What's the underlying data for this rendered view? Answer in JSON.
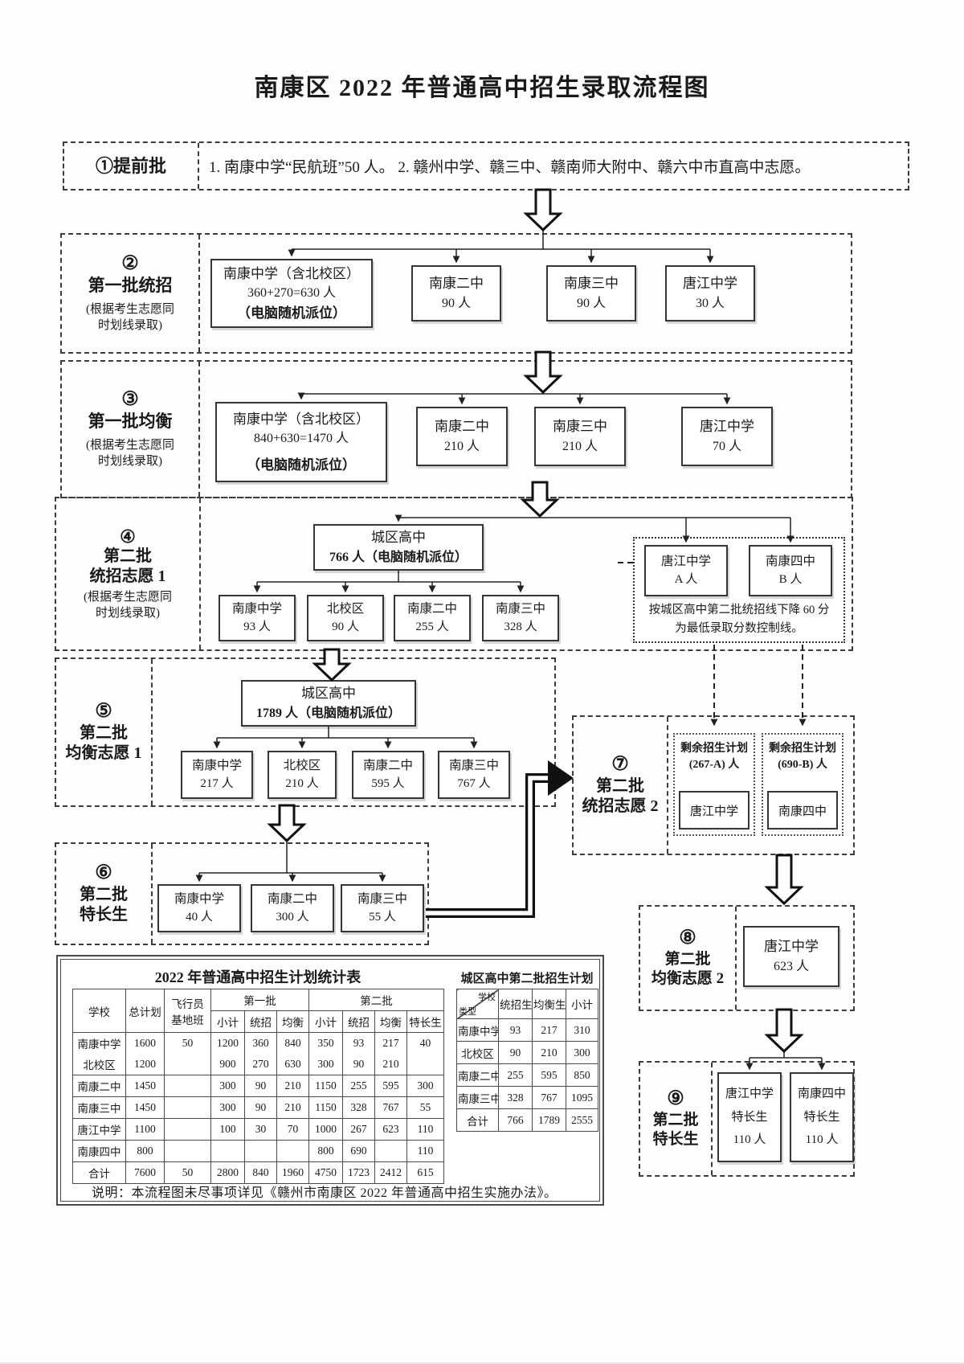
{
  "title": "南康区 2022 年普通高中招生录取流程图",
  "s1": {
    "label": "①提前批",
    "content": "1. 南康中学“民航班”50 人。  2. 赣州中学、赣三中、赣南师大附中、赣六中市直高中志愿。"
  },
  "s2": {
    "badge": "②",
    "name": "第一批统招",
    "note1": "(根据考生志愿同",
    "note2": "时划线录取)",
    "main": {
      "l1": "南康中学（含北校区）",
      "l2": "360+270=630 人",
      "l3": "（电脑随机派位）"
    },
    "b1": {
      "name": "南康二中",
      "count": "90 人"
    },
    "b2": {
      "name": "南康三中",
      "count": "90 人"
    },
    "b3": {
      "name": "唐江中学",
      "count": "30 人"
    }
  },
  "s3": {
    "badge": "③",
    "name": "第一批均衡",
    "note1": "(根据考生志愿同",
    "note2": "时划线录取)",
    "main": {
      "l1": "南康中学（含北校区）",
      "l2": "840+630=1470 人",
      "l3": "（电脑随机派位）"
    },
    "b1": {
      "name": "南康二中",
      "count": "210 人"
    },
    "b2": {
      "name": "南康三中",
      "count": "210 人"
    },
    "b3": {
      "name": "唐江中学",
      "count": "70 人"
    }
  },
  "s4": {
    "badge": "④",
    "name1": "第二批",
    "name2": "统招志愿 1",
    "note1": "(根据考生志愿同",
    "note2": "时划线录取)",
    "main": {
      "l1": "城区高中",
      "l2": "766 人（电脑随机派位）"
    },
    "b1": {
      "name": "南康中学",
      "count": "93 人"
    },
    "b2": {
      "name": "北校区",
      "count": "90 人"
    },
    "b3": {
      "name": "南康二中",
      "count": "255 人"
    },
    "b4": {
      "name": "南康三中",
      "count": "328 人"
    },
    "ta": {
      "name": "唐江中学",
      "count": "A 人"
    },
    "tb": {
      "name": "南康四中",
      "count": "B 人"
    },
    "rnote1": "按城区高中第二批统招线下降 60 分",
    "rnote2": "为最低录取分数控制线。"
  },
  "s5": {
    "badge": "⑤",
    "name1": "第二批",
    "name2": "均衡志愿 1",
    "main": {
      "l1": "城区高中",
      "l2": "1789 人（电脑随机派位）"
    },
    "b1": {
      "name": "南康中学",
      "count": "217 人"
    },
    "b2": {
      "name": "北校区",
      "count": "210 人"
    },
    "b3": {
      "name": "南康二中",
      "count": "595 人"
    },
    "b4": {
      "name": "南康三中",
      "count": "767 人"
    }
  },
  "s6": {
    "badge": "⑥",
    "name1": "第二批",
    "name2": "特长生",
    "b1": {
      "name": "南康中学",
      "count": "40 人"
    },
    "b2": {
      "name": "南康二中",
      "count": "300 人"
    },
    "b3": {
      "name": "南康三中",
      "count": "55 人"
    }
  },
  "s7": {
    "badge": "⑦",
    "name1": "第二批",
    "name2": "统招志愿 2",
    "p1": {
      "l1": "剩余招生计划",
      "l2": "(267-A) 人",
      "school": "唐江中学"
    },
    "p2": {
      "l1": "剩余招生计划",
      "l2": "(690-B) 人",
      "school": "南康四中"
    }
  },
  "s8": {
    "badge": "⑧",
    "name1": "第二批",
    "name2": "均衡志愿 2",
    "box": {
      "name": "唐江中学",
      "count": "623 人"
    }
  },
  "s9": {
    "badge": "⑨",
    "name1": "第二批",
    "name2": "特长生",
    "b1": {
      "l1": "唐江中学",
      "l2": "特长生",
      "l3": "110 人"
    },
    "b2": {
      "l1": "南康四中",
      "l2": "特长生",
      "l3": "110 人"
    }
  },
  "stats": {
    "title": "2022 年普通高中招生计划统计表",
    "h_school": "学校",
    "h_total": "总计划",
    "h_pilot1": "飞行员",
    "h_pilot2": "基地班",
    "h_batch1": "第一批",
    "h_batch2": "第二批",
    "h_sub": [
      "小计",
      "统招",
      "均衡",
      "小计",
      "统招",
      "均衡",
      "特长生"
    ],
    "rows": [
      {
        "c": [
          "南康中学",
          "1600",
          "50",
          "1200",
          "360",
          "840",
          "350",
          "93",
          "217",
          "40"
        ]
      },
      {
        "c": [
          "北校区",
          "1200",
          "",
          "900",
          "270",
          "630",
          "300",
          "90",
          "210",
          ""
        ],
        "merge": true
      },
      {
        "c": [
          "南康二中",
          "1450",
          "",
          "300",
          "90",
          "210",
          "1150",
          "255",
          "595",
          "300"
        ]
      },
      {
        "c": [
          "南康三中",
          "1450",
          "",
          "300",
          "90",
          "210",
          "1150",
          "328",
          "767",
          "55"
        ]
      },
      {
        "c": [
          "唐江中学",
          "1100",
          "",
          "100",
          "30",
          "70",
          "1000",
          "267",
          "623",
          "110"
        ]
      },
      {
        "c": [
          "南康四中",
          "800",
          "",
          "",
          "",
          "",
          "800",
          "690",
          "",
          "110"
        ]
      },
      {
        "c": [
          "合计",
          "7600",
          "50",
          "2800",
          "840",
          "1960",
          "4750",
          "1723",
          "2412",
          "615"
        ]
      }
    ]
  },
  "city": {
    "title": "城区高中第二批招生计划",
    "diag_top": "学校",
    "diag_bottom": "类型",
    "cols": [
      "统招生",
      "均衡生",
      "小计"
    ],
    "rows": [
      {
        "c": [
          "南康中学",
          "93",
          "217",
          "310"
        ]
      },
      {
        "c": [
          "北校区",
          "90",
          "210",
          "300"
        ]
      },
      {
        "c": [
          "南康二中",
          "255",
          "595",
          "850"
        ]
      },
      {
        "c": [
          "南康三中",
          "328",
          "767",
          "1095"
        ]
      },
      {
        "c": [
          "合计",
          "766",
          "1789",
          "2555"
        ]
      }
    ]
  },
  "footnote": "说明：本流程图未尽事项详见《赣州市南康区 2022 年普通高中招生实施办法》。"
}
